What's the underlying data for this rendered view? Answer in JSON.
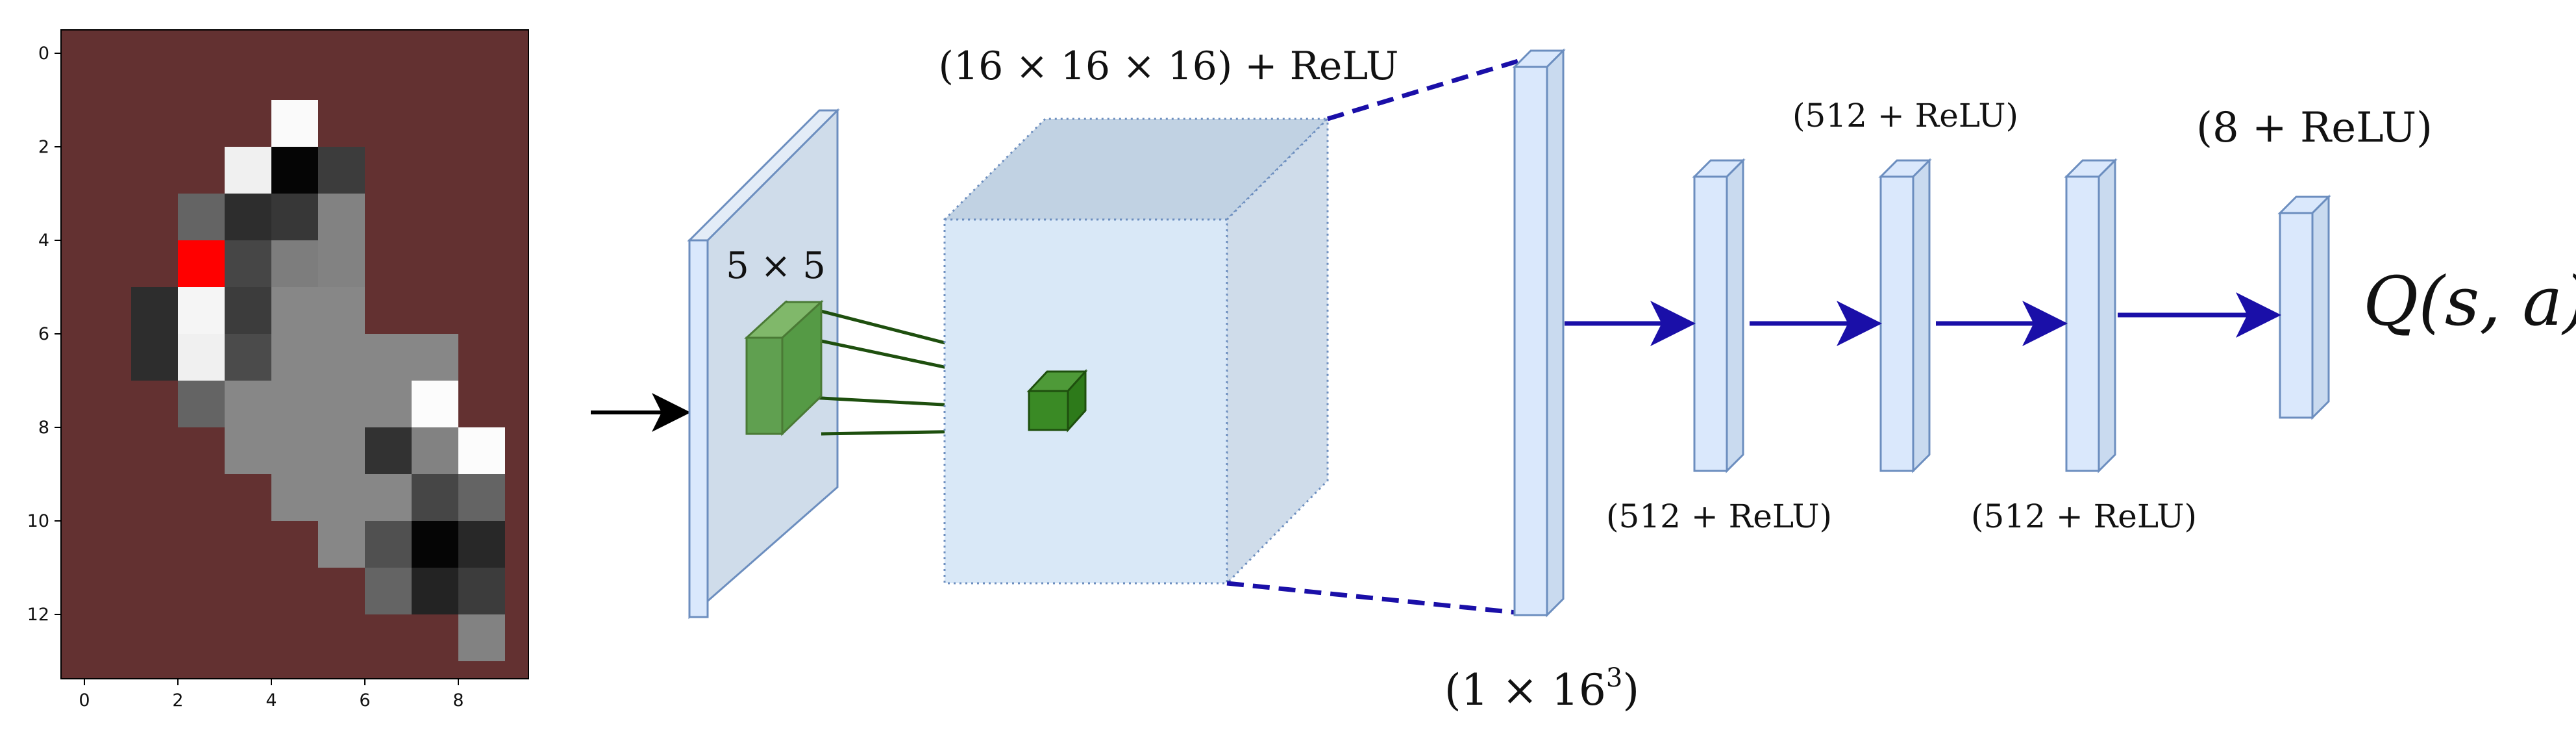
{
  "heatmap": {
    "x_ticks": [
      "0",
      "2",
      "4",
      "6",
      "8"
    ],
    "y_ticks": [
      "0",
      "2",
      "4",
      "6",
      "8",
      "10",
      "12"
    ],
    "background_color": "#633131",
    "highlight_color": "#ff0000",
    "cells": [
      [
        4,
        1,
        250
      ],
      [
        3,
        2,
        240
      ],
      [
        4,
        2,
        5
      ],
      [
        5,
        2,
        60
      ],
      [
        2,
        3,
        100
      ],
      [
        3,
        3,
        45
      ],
      [
        4,
        3,
        55
      ],
      [
        5,
        3,
        130
      ],
      [
        2,
        4,
        "red"
      ],
      [
        3,
        4,
        70
      ],
      [
        4,
        4,
        125
      ],
      [
        5,
        4,
        130
      ],
      [
        1,
        5,
        45
      ],
      [
        2,
        5,
        245
      ],
      [
        3,
        5,
        60
      ],
      [
        4,
        5,
        135
      ],
      [
        5,
        5,
        135
      ],
      [
        1,
        6,
        45
      ],
      [
        2,
        6,
        240
      ],
      [
        3,
        6,
        75
      ],
      [
        4,
        6,
        135
      ],
      [
        5,
        6,
        135
      ],
      [
        6,
        6,
        135
      ],
      [
        7,
        6,
        135
      ],
      [
        2,
        7,
        100
      ],
      [
        3,
        7,
        135
      ],
      [
        4,
        7,
        135
      ],
      [
        5,
        7,
        135
      ],
      [
        6,
        7,
        135
      ],
      [
        7,
        7,
        252
      ],
      [
        3,
        8,
        135
      ],
      [
        4,
        8,
        135
      ],
      [
        5,
        8,
        135
      ],
      [
        6,
        8,
        50
      ],
      [
        7,
        8,
        130
      ],
      [
        8,
        8,
        252
      ],
      [
        4,
        9,
        135
      ],
      [
        5,
        9,
        135
      ],
      [
        6,
        9,
        135
      ],
      [
        7,
        9,
        70
      ],
      [
        8,
        9,
        100
      ],
      [
        5,
        10,
        135
      ],
      [
        6,
        10,
        80
      ],
      [
        7,
        10,
        5
      ],
      [
        8,
        10,
        40
      ],
      [
        6,
        11,
        100
      ],
      [
        7,
        11,
        35
      ],
      [
        8,
        11,
        60
      ],
      [
        8,
        12,
        130
      ]
    ]
  },
  "labels": {
    "kernel": "5 × 5",
    "conv_output": "(16 × 16 × 16) + ReLU",
    "flatten_prefix": "(1 × 16",
    "flatten_exp": "3",
    "flatten_suffix": ")",
    "fc1": "(512 + ReLU)",
    "fc2": "(512 + ReLU)",
    "fc3": "(512 + ReLU)",
    "fc4": "(8 + ReLU)",
    "output": "Q(s, a)"
  },
  "colors": {
    "layer_fill": "#dae8fc",
    "layer_stroke": "#6c8ebf",
    "kernel_fill": "#60a050",
    "kernel_dark": "#2d7a1a",
    "kernel_line": "#1e4f0e",
    "arrow": "#1a0fa8",
    "input_arrow": "#000000"
  }
}
